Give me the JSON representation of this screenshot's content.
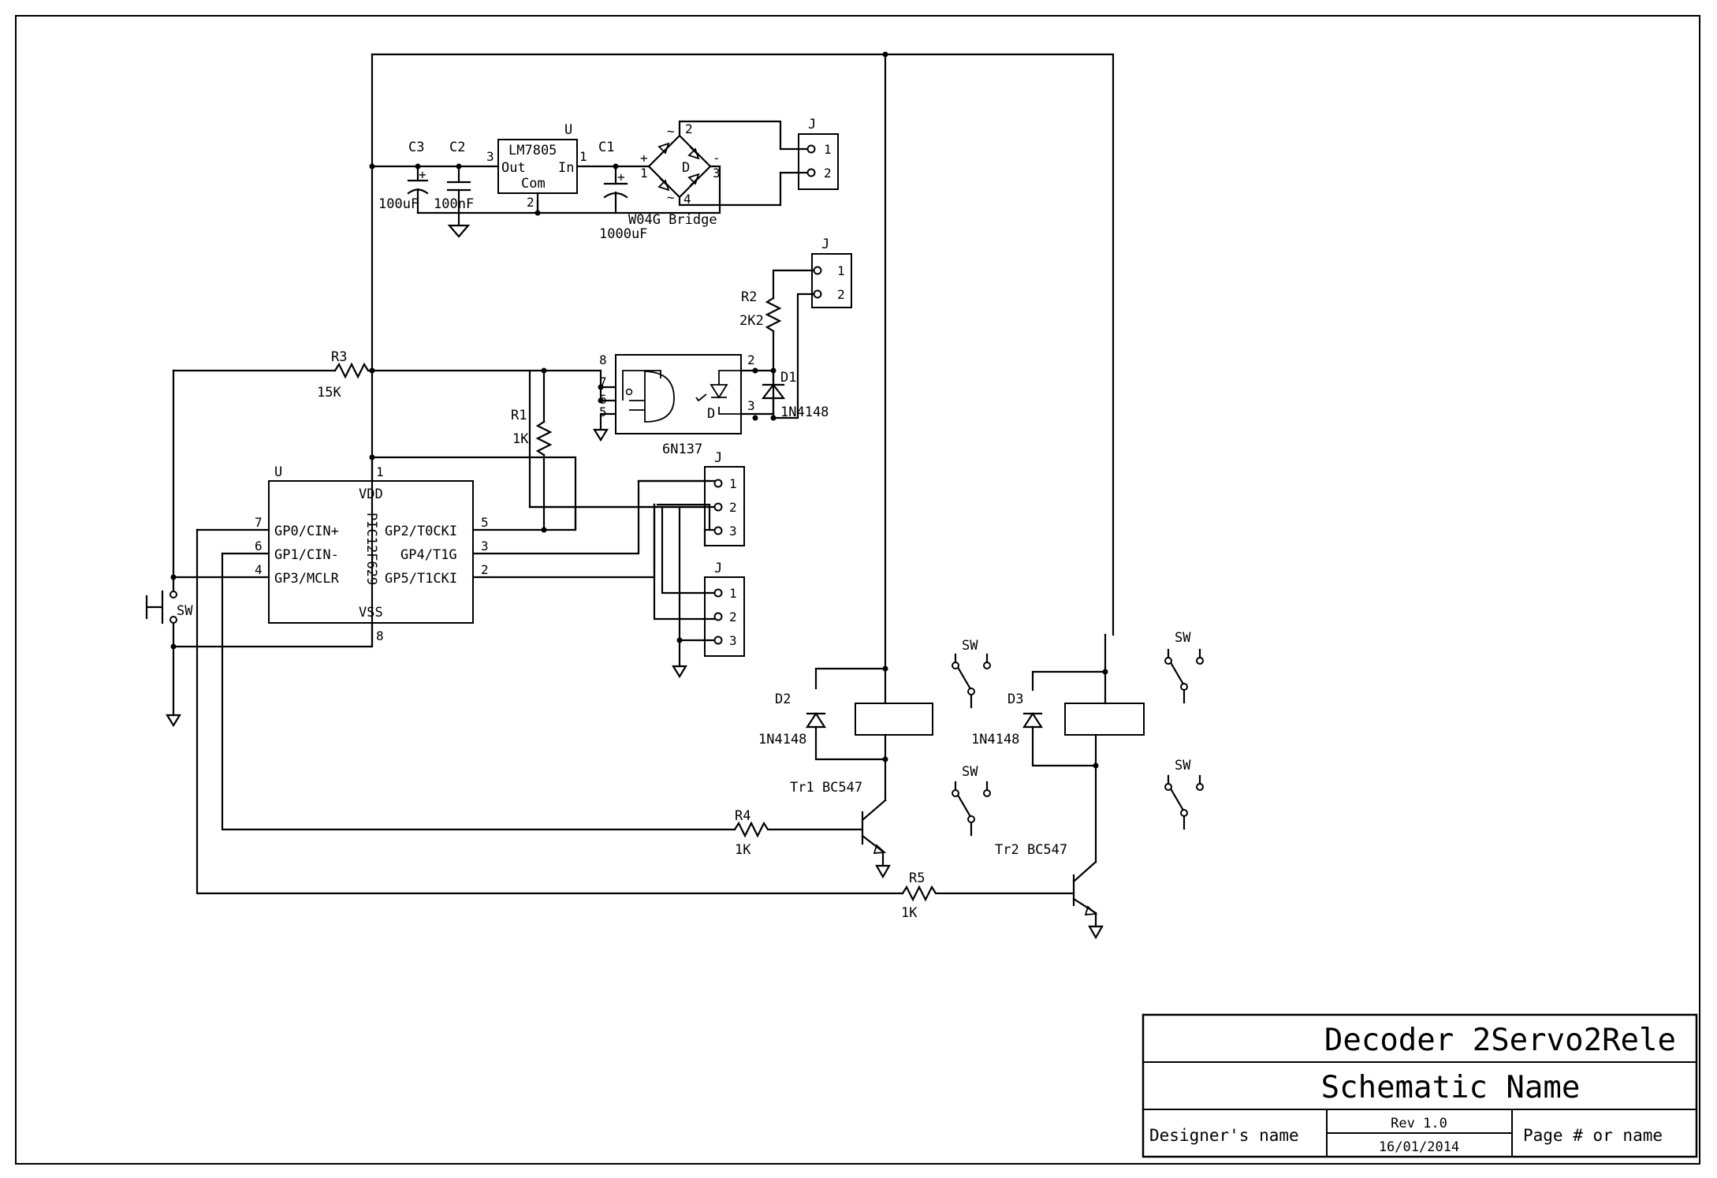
{
  "title_block": {
    "project": "Decoder 2Servo2Rele",
    "schematic": "Schematic Name",
    "designer": "Designer's name",
    "revision": "Rev 1.0",
    "date": "16/01/2014",
    "page": "Page # or name"
  },
  "power": {
    "regulator": {
      "ref": "U",
      "part": "LM7805",
      "out": "Out",
      "in": "In",
      "com": "Com",
      "pin_in": "1",
      "pin_out": "3",
      "pin_com": "2"
    },
    "c3": {
      "ref": "C3",
      "value": "100uF"
    },
    "c2": {
      "ref": "C2",
      "value": "100nF"
    },
    "c1": {
      "ref": "C1",
      "value": "1000uF"
    },
    "bridge": {
      "ref": "D",
      "part": "W04G Bridge",
      "pins": [
        "2",
        "3",
        "4",
        "1"
      ],
      "plus": "+",
      "minus": "-",
      "ac": "~"
    },
    "input_conn": {
      "ref": "J",
      "pins": [
        "1",
        "2"
      ]
    }
  },
  "opto": {
    "part": "6N137",
    "led_ref": "D",
    "pins": [
      "8",
      "7",
      "6",
      "5",
      "2",
      "3"
    ],
    "r2": {
      "ref": "R2",
      "value": "2K2"
    },
    "d1": {
      "ref": "D1",
      "value": "1N4148"
    },
    "conn": {
      "ref": "J",
      "pins": [
        "1",
        "2"
      ]
    }
  },
  "mcu": {
    "ref": "U",
    "part": "PIC12F629",
    "vdd": "VDD",
    "vss": "VSS",
    "left_pins": [
      {
        "num": "7",
        "name": "GP0/CIN+"
      },
      {
        "num": "6",
        "name": "GP1/CIN-"
      },
      {
        "num": "4",
        "name": "GP3/MCLR"
      }
    ],
    "right_pins": [
      {
        "num": "5",
        "name": "GP2/T0CKI"
      },
      {
        "num": "3",
        "name": "GP4/T1G"
      },
      {
        "num": "2",
        "name": "GP5/T1CKI"
      }
    ],
    "vdd_pin": "1",
    "vss_pin": "8"
  },
  "r1": {
    "ref": "R1",
    "value": "1K"
  },
  "r3": {
    "ref": "R3",
    "value": "15K"
  },
  "r4": {
    "ref": "R4",
    "value": "1K"
  },
  "r5": {
    "ref": "R5",
    "value": "1K"
  },
  "switch_label": "SW",
  "servo_conn1": {
    "ref": "J",
    "pins": [
      "1",
      "2",
      "3"
    ]
  },
  "servo_conn2": {
    "ref": "J",
    "pins": [
      "1",
      "2",
      "3"
    ]
  },
  "relay1": {
    "diode_ref": "D2",
    "diode_value": "1N4148",
    "transistor": "Tr1 BC547"
  },
  "relay2": {
    "diode_ref": "D3",
    "diode_value": "1N4148",
    "transistor": "Tr2 BC547"
  }
}
